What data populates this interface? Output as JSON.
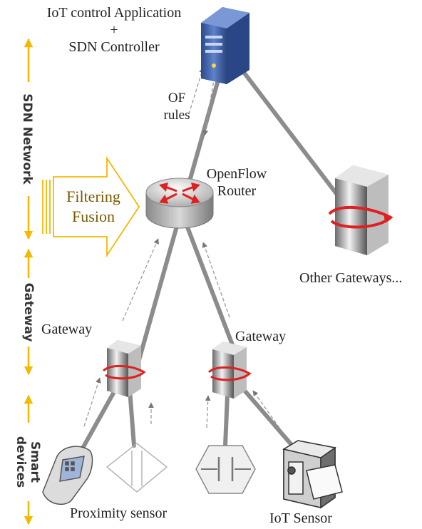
{
  "top_label": {
    "line1": "IoT control Application",
    "line2": "+",
    "line3": "SDN Controller"
  },
  "of_rules": {
    "line1": "OF",
    "line2": "rules"
  },
  "router_label": {
    "line1": "OpenFlow",
    "line2": "Router"
  },
  "fusion_label": {
    "line1": "Filtering",
    "line2": "Fusion"
  },
  "gateway_left": "Gateway",
  "gateway_right": "Gateway",
  "other_gateways": "Other Gateways...",
  "proximity_sensor": "Proximity sensor",
  "iot_sensor": "IoT Sensor",
  "side_labels": {
    "sdn": "SDN Network",
    "gateway": "Gateway",
    "devices_line1": "Smart",
    "devices_line2": "devices"
  },
  "colors": {
    "accent_arrow": "#f5b800",
    "link": "#8c8c8c",
    "dashed": "#9a9a9a",
    "router_arrow": "#e02020",
    "server_blue": "#3f5fa8"
  },
  "icons": [
    "server-icon",
    "router-icon",
    "gateway-icon",
    "mobile-phone-icon",
    "proximity-sensor-icon",
    "capacitor-sensor-icon",
    "camera-sensor-icon"
  ]
}
